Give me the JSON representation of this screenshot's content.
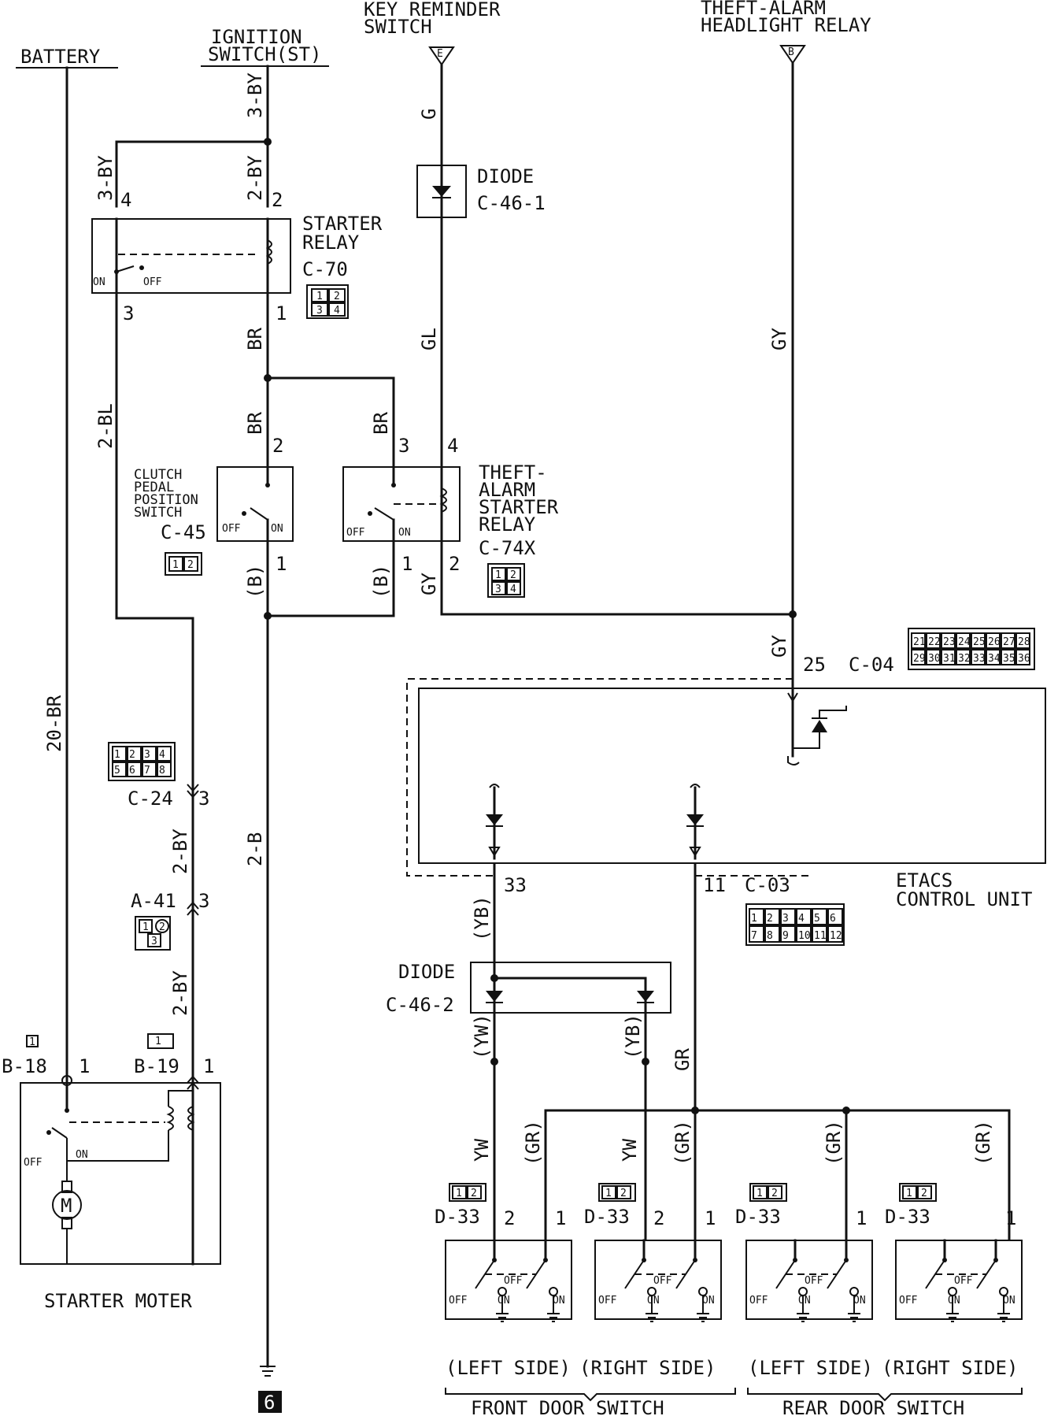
{
  "sources": {
    "battery": "BATTERY",
    "ignition": [
      "IGNITION",
      "SWITCH(ST)"
    ],
    "key_reminder": [
      "KEY REMINDER",
      "SWITCH"
    ],
    "key_reminder_conn": "E",
    "theft_relay": [
      "THEFT-ALARM",
      "HEADLIGHT RELAY"
    ],
    "theft_relay_conn": "B"
  },
  "wires": {
    "w3by_top": "3-BY",
    "w3by_left": "3-BY",
    "w2by_top": "2-BY",
    "w_g": "G",
    "w_gl": "GL",
    "w_gy_long": "GY",
    "w_br1": "BR",
    "w_br2": "BR",
    "w_br3": "BR",
    "w_2bl": "2-BL",
    "w_b1": "(B)",
    "w_b2": "(B)",
    "w_gy2": "GY",
    "w_gy3": "GY",
    "w_20br": "20-BR",
    "w_2b": "2-B",
    "w_2by_1": "2-BY",
    "w_2by_2": "2-BY",
    "w_yb1": "(YB)",
    "w_yw1": "(YW)",
    "w_yb2": "(YB)",
    "w_gr_main": "GR",
    "w_yw_a": "YW",
    "w_gr_a": "(GR)",
    "w_yw_b": "YW",
    "w_gr_b": "(GR)",
    "w_gr_c": "(GR)",
    "w_gr_d": "(GR)"
  },
  "components": {
    "diode1": {
      "name": "DIODE",
      "code": "C-46-1"
    },
    "starter_relay": {
      "name": [
        "STARTER",
        "RELAY"
      ],
      "code": "C-70",
      "off": "OFF",
      "on": "ON",
      "pins": [
        "4",
        "2",
        "3",
        "1"
      ],
      "conn_pins": [
        "1",
        "2",
        "3",
        "4"
      ]
    },
    "clutch": {
      "name": [
        "CLUTCH",
        "PEDAL",
        "POSITION",
        "SWITCH"
      ],
      "code": "C-45",
      "off": "OFF",
      "on": "ON",
      "pins": [
        "2",
        "1"
      ],
      "conn_pins": [
        "1",
        "2"
      ]
    },
    "theft_starter": {
      "name": [
        "THEFT-",
        "ALARM",
        "STARTER",
        "RELAY"
      ],
      "code": "C-74X",
      "off": "OFF",
      "on": "ON",
      "pins": [
        "3",
        "4",
        "1",
        "2"
      ],
      "conn_pins": [
        "1",
        "2",
        "3",
        "4"
      ]
    },
    "c24": {
      "code": "C-24",
      "pin": "3",
      "conn_pins": [
        "1",
        "2",
        "3",
        "4",
        "5",
        "6",
        "7",
        "8"
      ]
    },
    "a41": {
      "code": "A-41",
      "pin": "3",
      "conn_pins": [
        "1",
        "2",
        "3"
      ]
    },
    "etacs": {
      "name": [
        "ETACS",
        "CONTROL UNIT"
      ],
      "c04": "C-04",
      "c04_pin": "25",
      "c03": "C-03",
      "pin33": "33",
      "pin11": "11",
      "c04_pins": [
        "21",
        "22",
        "23",
        "24",
        "25",
        "26",
        "27",
        "28",
        "29",
        "30",
        "31",
        "32",
        "33",
        "34",
        "35",
        "36"
      ],
      "c03_pins": [
        "1",
        "2",
        "3",
        "4",
        "5",
        "6",
        "7",
        "8",
        "9",
        "10",
        "11",
        "12"
      ]
    },
    "diode2": {
      "name": "DIODE",
      "code": "C-46-2"
    },
    "starter_motor": {
      "name": "STARTER MOTER",
      "b18": "B-18",
      "b19": "B-19",
      "pin_b18": "1",
      "pin_b19": "1",
      "off": "OFF",
      "on": "ON",
      "motor": "M",
      "b18_conn": "1",
      "b19_conn": "1"
    },
    "door_switches": [
      {
        "code": "D-33",
        "pins": [
          "2",
          "1"
        ],
        "side": "(LEFT SIDE)",
        "off": "OFF",
        "off2": "OFF",
        "on1": "ON",
        "on2": "ON",
        "conn_pins": [
          "1",
          "2"
        ]
      },
      {
        "code": "D-33",
        "pins": [
          "2",
          "1"
        ],
        "side": "(RIGHT SIDE)",
        "off": "OFF",
        "off2": "OFF",
        "on1": "ON",
        "on2": "ON",
        "conn_pins": [
          "1",
          "2"
        ]
      },
      {
        "code": "D-33",
        "pins": [
          "1"
        ],
        "side": "(LEFT SIDE)",
        "off": "OFF",
        "off2": "OFF",
        "on1": "ON",
        "on2": "ON",
        "conn_pins": [
          "1",
          "2"
        ]
      },
      {
        "code": "D-33",
        "pins": [
          "1"
        ],
        "side": "(RIGHT SIDE)",
        "off": "OFF",
        "off2": "OFF",
        "on1": "ON",
        "on2": "ON",
        "conn_pins": [
          "1",
          "2"
        ]
      }
    ],
    "front_group": "FRONT DOOR SWITCH",
    "rear_group": "REAR DOOR SWITCH",
    "ground_ref": "6"
  }
}
